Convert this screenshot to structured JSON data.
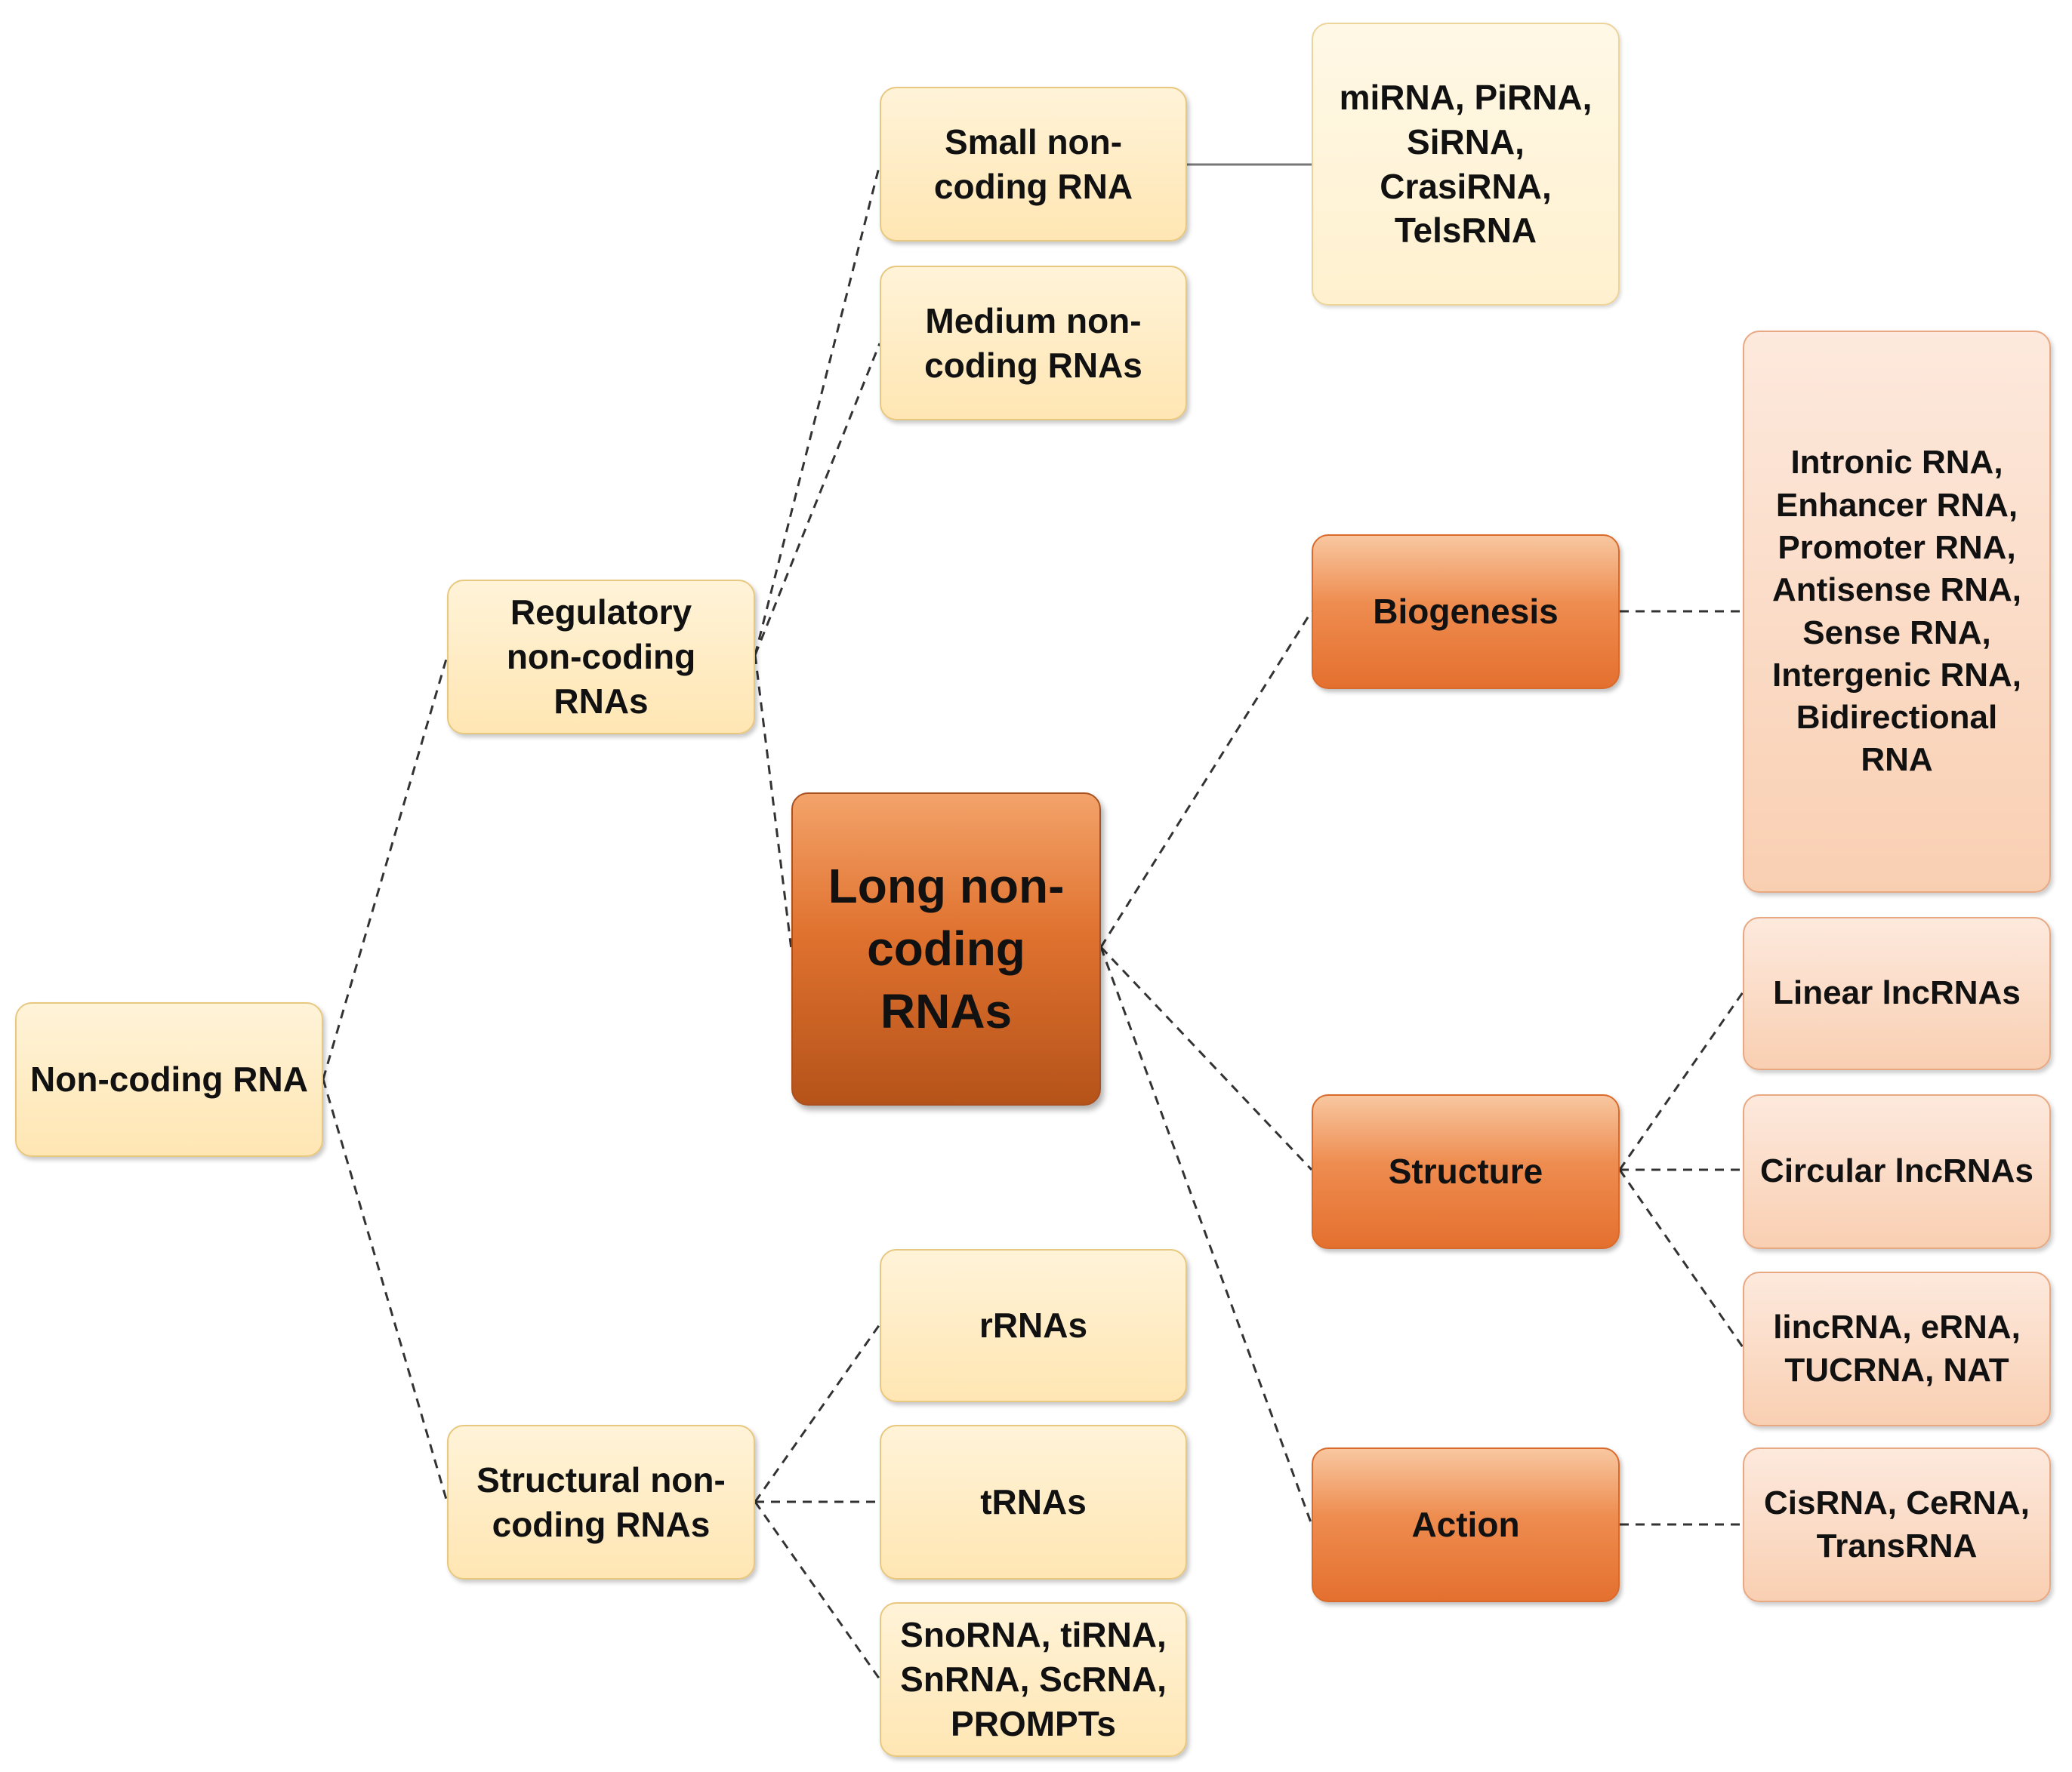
{
  "diagram": {
    "root": "Non-coding RNA",
    "regulatory": "Regulatory non-coding RNAs",
    "structural": "Structural non-coding RNAs",
    "small": "Small non-coding RNA",
    "small_examples": "miRNA, PiRNA, SiRNA, CrasiRNA, TelsRNA",
    "medium": "Medium non-coding RNAs",
    "long": "Long non-coding RNAs",
    "rrnas": "rRNAs",
    "trnas": "tRNAs",
    "structural_examples": "SnoRNA, tiRNA, SnRNA, ScRNA, PROMPTs",
    "biogenesis": "Biogenesis",
    "structure": "Structure",
    "action": "Action",
    "biogenesis_types": "Intronic RNA, Enhancer RNA, Promoter RNA, Antisense RNA, Sense RNA, Intergenic RNA, Bidirectional RNA",
    "linear": "Linear lncRNAs",
    "circular": "Circular lncRNAs",
    "structure_examples": "lincRNA, eRNA, TUCRNA, NAT",
    "action_types": "CisRNA, CeRNA, TransRNA"
  }
}
